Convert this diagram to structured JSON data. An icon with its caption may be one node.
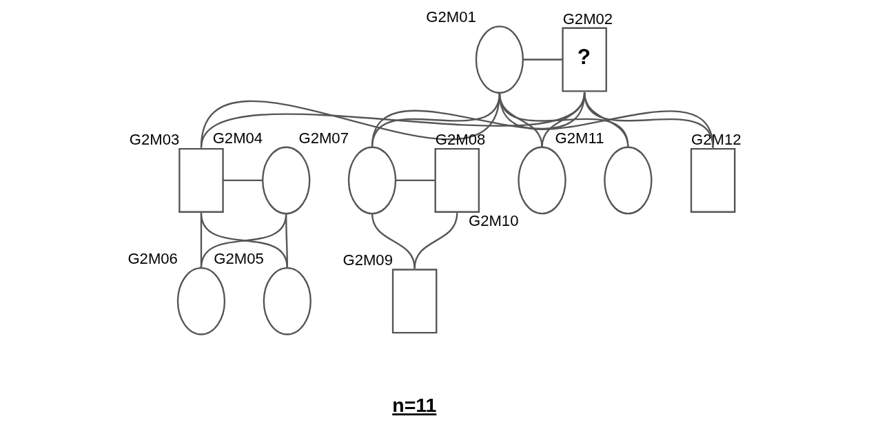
{
  "diagram": {
    "nodes": [
      {
        "text": [],
        "shape": "circle",
        "beside": [
          "G2M01"
        ]
      },
      {
        "text": [
          "?"
        ],
        "beside": [
          "G2M02"
        ]
      },
      {
        "text": [],
        "shape": "box",
        "beside": [
          "G2M03"
        ]
      },
      {
        "text": [],
        "shape": "circle",
        "beside": [
          "G2M04"
        ]
      },
      {
        "text": [],
        "shape": "circle",
        "beside": [
          "G2M07"
        ]
      },
      {
        "text": [],
        "shape": "box",
        "beside": [
          "G2M08"
        ]
      },
      {
        "text": [],
        "shape": "circle",
        "beside": [
          "G2M10"
        ]
      },
      {
        "text": [],
        "shape": "circle",
        "beside": [
          "G2M11"
        ]
      },
      {
        "text": [],
        "shape": "box",
        "beside": [
          "G2M12"
        ]
      },
      {
        "text": [],
        "shape": "circle",
        "beside": [
          "G2M05"
        ]
      },
      {
        "text": [],
        "shape": "circle",
        "beside": [
          "G2M06"
        ]
      },
      {
        "text": [],
        "shape": "box",
        "beside": [
          "G2M09"
        ]
      }
    ],
    "edges": [
      {
        "from": 0,
        "to": 1,
        "arrow": "none"
      },
      {
        "from": 0,
        "to": 2,
        "arrow": "none"
      },
      {
        "from": 1,
        "to": 2,
        "arrow": "none"
      },
      {
        "from": 0,
        "to": 4,
        "arrow": "none"
      },
      {
        "from": 1,
        "to": 4,
        "arrow": "none"
      },
      {
        "from": 0,
        "to": 6,
        "arrow": "none"
      },
      {
        "from": 1,
        "to": 6,
        "arrow": "none"
      },
      {
        "from": 0,
        "to": 7,
        "arrow": "none"
      },
      {
        "from": 1,
        "to": 7,
        "arrow": "none"
      },
      {
        "from": 0,
        "to": 8,
        "arrow": "none"
      },
      {
        "from": 1,
        "to": 8,
        "arrow": "none"
      },
      {
        "from": 2,
        "to": 3,
        "arrow": "none"
      },
      {
        "from": 2,
        "to": 9,
        "arrow": "none"
      },
      {
        "from": 3,
        "to": 9,
        "arrow": "none"
      },
      {
        "from": 2,
        "to": 10,
        "arrow": "none"
      },
      {
        "from": 3,
        "to": 10,
        "arrow": "none"
      },
      {
        "from": 4,
        "to": 5,
        "arrow": "none"
      },
      {
        "from": 4,
        "to": 11,
        "arrow": "none"
      },
      {
        "from": 5,
        "to": 11,
        "arrow": "none"
      }
    ],
    "labels": [
      "n=11"
    ]
  }
}
